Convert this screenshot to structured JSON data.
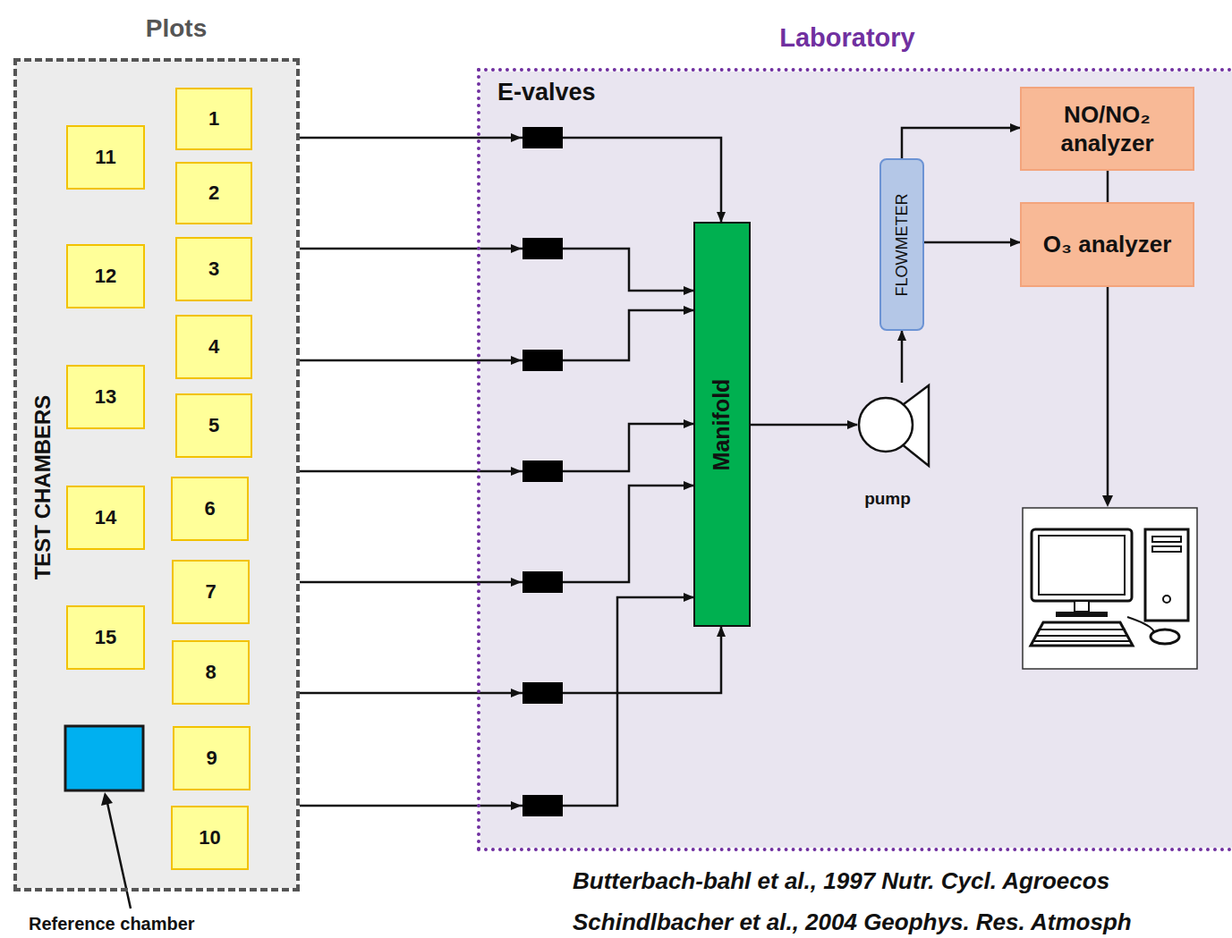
{
  "diagram": {
    "nodes": [
      {
        "text": [
          "Plots"
        ]
      },
      {
        "text": [
          "1"
        ],
        "in": 0
      },
      {
        "text": [
          "2"
        ],
        "in": 0
      },
      {
        "text": [
          "3"
        ],
        "in": 0
      },
      {
        "text": [
          "4"
        ],
        "in": 0
      },
      {
        "text": [
          "5"
        ],
        "in": 0
      },
      {
        "text": [
          "6"
        ],
        "in": 0
      },
      {
        "text": [
          "7"
        ],
        "in": 0
      },
      {
        "text": [
          "8"
        ],
        "in": 0
      },
      {
        "text": [
          "9"
        ],
        "in": 0
      },
      {
        "text": [
          "10"
        ],
        "in": 0
      },
      {
        "text": [
          "11"
        ],
        "in": 0
      },
      {
        "text": [
          "12"
        ],
        "in": 0
      },
      {
        "text": [
          "13"
        ],
        "in": 0
      },
      {
        "text": [
          "14"
        ],
        "in": 0
      },
      {
        "text": [
          "15"
        ],
        "in": 0
      },
      {
        "text": [
          "Laboratory"
        ]
      },
      {
        "text": [
          "Manifold"
        ],
        "in": 16
      },
      {
        "text": [
          "pump"
        ],
        "in": 16
      },
      {
        "text": [
          "FLOWMETER"
        ],
        "in": 16
      },
      {
        "text": [
          "NO/NO₂ analyzer"
        ],
        "in": 16
      },
      {
        "text": [
          "O₃ analyzer"
        ],
        "in": 16
      }
    ],
    "edges": [
      {
        "from": 0,
        "to": 17,
        "arrow": "to"
      },
      {
        "from": 0,
        "to": 17,
        "arrow": "to"
      },
      {
        "from": 0,
        "to": 17,
        "arrow": "to"
      },
      {
        "from": 0,
        "to": 17,
        "arrow": "to"
      },
      {
        "from": 0,
        "to": 17,
        "arrow": "to"
      },
      {
        "from": 0,
        "to": 17,
        "arrow": "to"
      },
      {
        "from": 0,
        "to": 17,
        "arrow": "to"
      },
      {
        "from": 17,
        "to": 18,
        "arrow": "to"
      },
      {
        "from": 18,
        "to": 19,
        "arrow": "to"
      },
      {
        "from": 19,
        "to": 20,
        "arrow": "to"
      },
      {
        "from": 19,
        "to": 21,
        "arrow": "to"
      },
      {
        "from": 20,
        "to": 21,
        "arrow": "none"
      }
    ],
    "labels": [
      "TEST CHAMBERS",
      "E-valves",
      "Reference chamber",
      "Butterbach-bahl et al., 1997  Nutr. Cycl. Agroecos",
      "Schindlbacher et al., 2004 Geophys. Res. Atmosph"
    ]
  }
}
